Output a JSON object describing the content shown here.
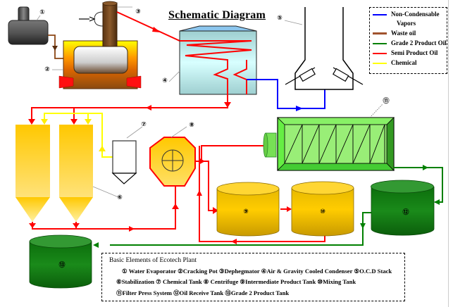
{
  "title": "Schematic Diagram",
  "legend": {
    "items": [
      {
        "label": "Non-Condensable",
        "label2": "Vapors",
        "color": "#0000ff"
      },
      {
        "label": "Waste oil",
        "color": "#a0522d"
      },
      {
        "label": "Grade 2 Product Oil",
        "color": "#008000"
      },
      {
        "label": "Semi Product Oil",
        "color": "#ff0000"
      },
      {
        "label": "Chemical",
        "color": "#ffff00"
      }
    ]
  },
  "callouts": {
    "c1": "①",
    "c2": "②",
    "c3": "③",
    "c4": "④",
    "c5": "⑤",
    "c6": "⑥",
    "c7": "⑦",
    "c8": "⑧",
    "c9": "⑨",
    "c10": "⑩",
    "c11": "⑪",
    "c12": "⑫",
    "c13": "⑬"
  },
  "elements_box": {
    "title": "Basic Elements of Ecotech Plant",
    "line1": "① Water Evaporator ②Cracking Pot ③Dephegmator ④Air & Gravity Cooled Condenser ⑤O.C.D Stack",
    "line2": "⑥Stabilization ⑦ Chemical Tank ⑧ Centrifuge ⑨Intermediate Product Tank ⑩Mixing Tank",
    "line3": "⑪Filter Press System ⑫Oil Receive Tank ⑬Grade 2 Product Tank"
  },
  "components": [
    {
      "id": 1,
      "name": "Water Evaporator"
    },
    {
      "id": 2,
      "name": "Cracking Pot"
    },
    {
      "id": 3,
      "name": "Dephegmator"
    },
    {
      "id": 4,
      "name": "Air & Gravity Cooled Condenser"
    },
    {
      "id": 5,
      "name": "O.C.D Stack"
    },
    {
      "id": 6,
      "name": "Stabilization"
    },
    {
      "id": 7,
      "name": "Chemical Tank"
    },
    {
      "id": 8,
      "name": "Centrifuge"
    },
    {
      "id": 9,
      "name": "Intermediate Product Tank"
    },
    {
      "id": 10,
      "name": "Mixing Tank"
    },
    {
      "id": 11,
      "name": "Filter Press System"
    },
    {
      "id": 12,
      "name": "Oil Receive Tank"
    },
    {
      "id": 13,
      "name": "Grade 2 Product Tank"
    }
  ],
  "colors": {
    "semi_product": "#ff0000",
    "non_condensable": "#0000ff",
    "waste_oil": "#8b4513",
    "grade2": "#008000",
    "chemical": "#ffff00",
    "tank_yellow": "#ffcc00",
    "tank_green": "#1a8a1a",
    "filter_green": "#66ee44"
  }
}
